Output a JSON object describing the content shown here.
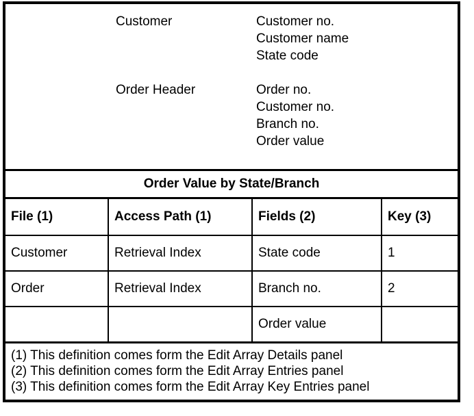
{
  "entities": [
    {
      "name": "Customer",
      "fields": [
        "Customer no.",
        "Customer name",
        "State code"
      ]
    },
    {
      "name": "Order Header",
      "fields": [
        "Order no.",
        "Customer no.",
        "Branch no.",
        "Order value"
      ]
    }
  ],
  "title": "Order Value by State/Branch",
  "table": {
    "headers": [
      "File (1)",
      "Access Path (1)",
      "Fields (2)",
      "Key (3)"
    ],
    "rows": [
      [
        "Customer",
        "Retrieval Index",
        "State code",
        "1"
      ],
      [
        "Order",
        "Retrieval Index",
        "Branch no.",
        "2"
      ],
      [
        "",
        "",
        "Order value",
        ""
      ]
    ]
  },
  "footnotes": [
    "(1) This definition comes form the Edit Array Details panel",
    "(2) This definition comes form the Edit Array Entries panel",
    "(3) This definition comes form the Edit Array Key Entries panel"
  ],
  "colors": {
    "border": "#000000",
    "background": "#ffffff",
    "text": "#000000"
  }
}
